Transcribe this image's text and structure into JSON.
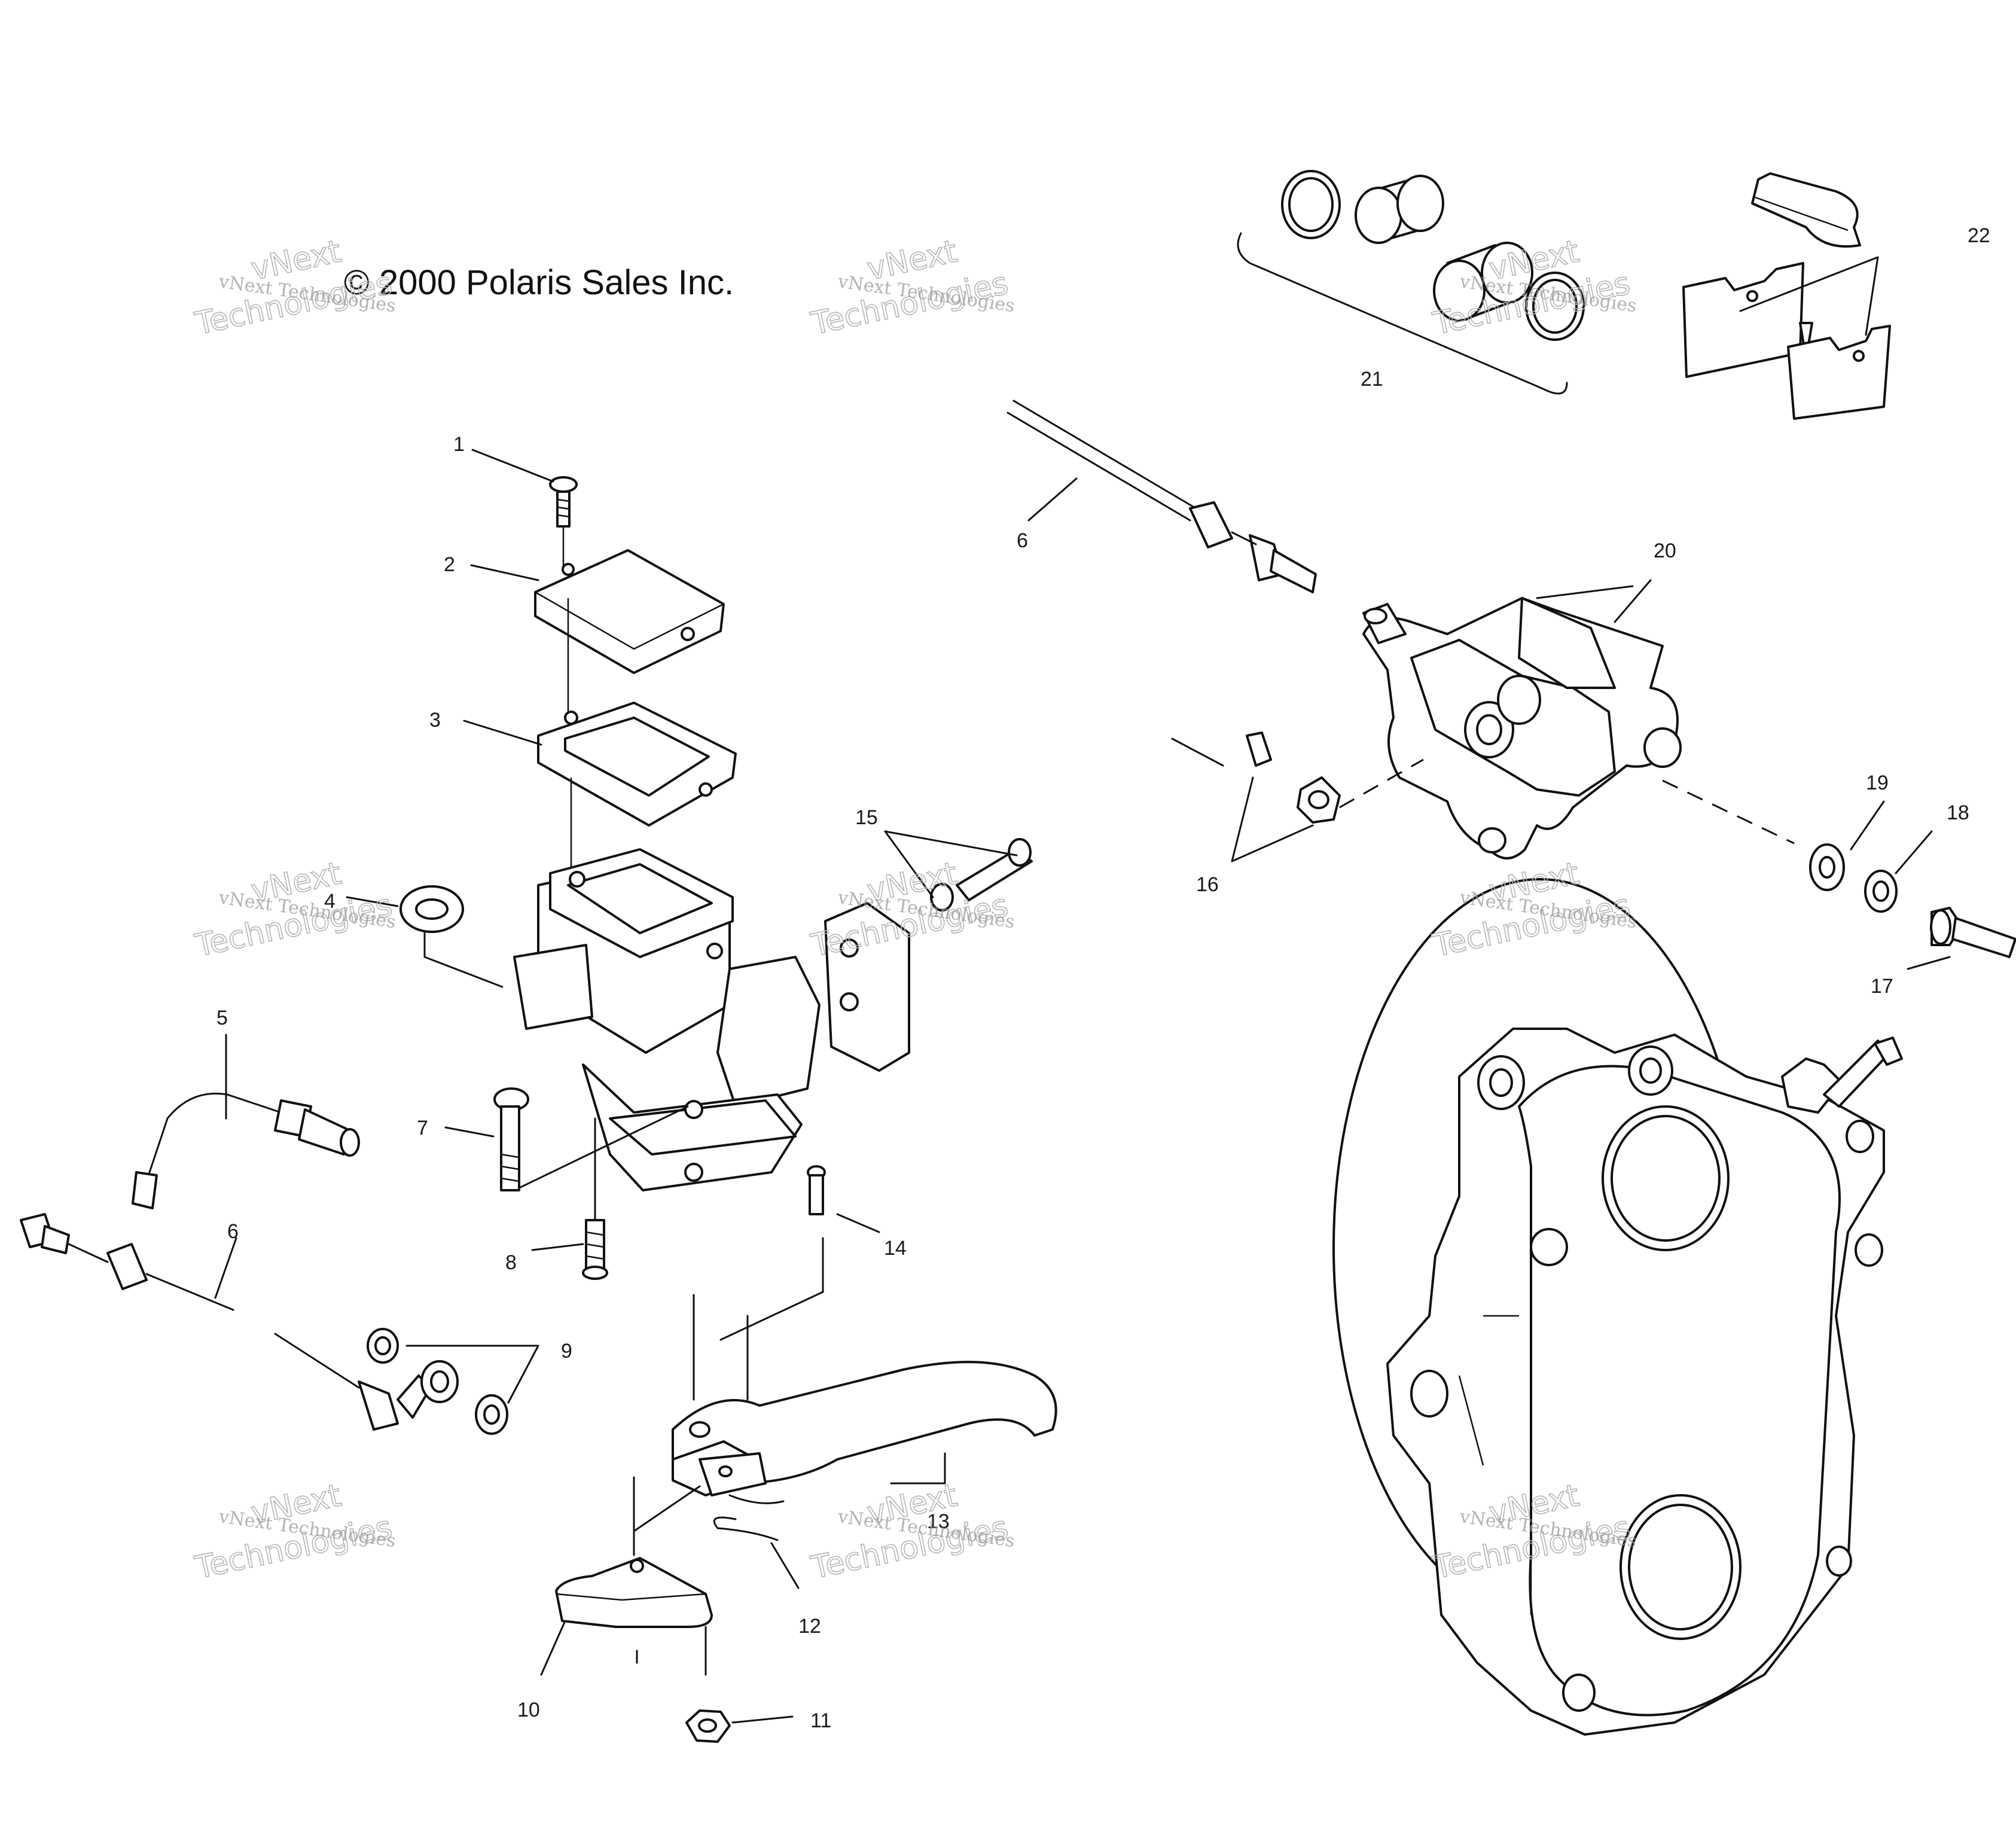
{
  "copyright": "© 2000 Polaris Sales Inc.",
  "watermark": {
    "line1": "vNext Technologies",
    "big_top": "vNext",
    "big_bottom": "Technologies"
  },
  "callouts": [
    {
      "id": "1",
      "label": "1"
    },
    {
      "id": "2",
      "label": "2"
    },
    {
      "id": "3",
      "label": "3"
    },
    {
      "id": "4",
      "label": "4"
    },
    {
      "id": "5",
      "label": "5"
    },
    {
      "id": "6a",
      "label": "6"
    },
    {
      "id": "6b",
      "label": "6"
    },
    {
      "id": "7",
      "label": "7"
    },
    {
      "id": "8",
      "label": "8"
    },
    {
      "id": "9",
      "label": "9"
    },
    {
      "id": "10",
      "label": "10"
    },
    {
      "id": "11",
      "label": "11"
    },
    {
      "id": "12",
      "label": "12"
    },
    {
      "id": "13",
      "label": "13"
    },
    {
      "id": "14",
      "label": "14"
    },
    {
      "id": "15",
      "label": "15"
    },
    {
      "id": "16",
      "label": "16"
    },
    {
      "id": "17",
      "label": "17"
    },
    {
      "id": "18",
      "label": "18"
    },
    {
      "id": "19",
      "label": "19"
    },
    {
      "id": "20",
      "label": "20"
    },
    {
      "id": "21",
      "label": "21"
    },
    {
      "id": "22",
      "label": "22"
    }
  ]
}
